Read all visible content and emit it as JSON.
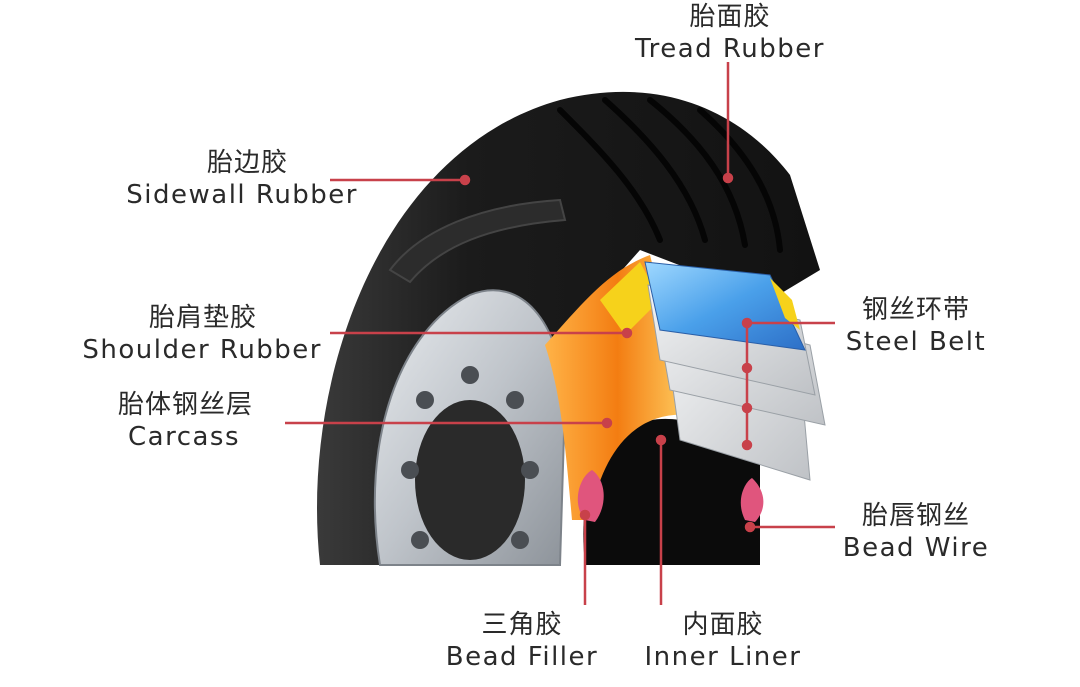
{
  "labels": {
    "tread_rubber": {
      "zh": "胎面胶",
      "en": "Tread Rubber"
    },
    "sidewall_rubber": {
      "zh": "胎边胶",
      "en": "Sidewall Rubber"
    },
    "shoulder_rubber": {
      "zh": "胎肩垫胶",
      "en": "Shoulder Rubber"
    },
    "carcass": {
      "zh": "胎体钢丝层",
      "en": "Carcass"
    },
    "steel_belt": {
      "zh": "钢丝环带",
      "en": "Steel Belt"
    },
    "bead_wire": {
      "zh": "胎唇钢丝",
      "en": "Bead Wire"
    },
    "bead_filler": {
      "zh": "三角胶",
      "en": "Bead Filler"
    },
    "inner_liner": {
      "zh": "内面胶",
      "en": "Inner Liner"
    }
  },
  "colors": {
    "leader_line": "#c8414a",
    "tire_rubber": "#1c1c1c",
    "steel_belt_blue": "#3f8fe0",
    "carcass_orange": "#f08a1e",
    "shoulder_yellow": "#f6d21b",
    "bead_pink": "#e0557d",
    "wheel_silver": "#c9cdd2"
  }
}
